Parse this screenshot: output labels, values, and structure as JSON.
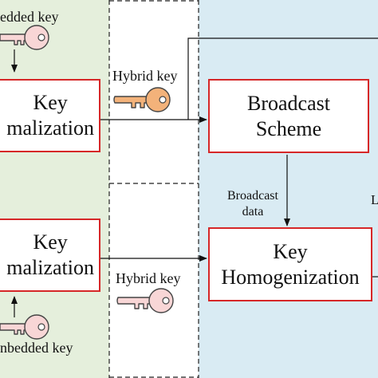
{
  "colors": {
    "left_panel_bg": "#e5efdc",
    "right_panel_bg": "#d9ebf3",
    "box_border": "#d62728",
    "key_dark": "#f3b27a",
    "key_light": "#f8d6d6"
  },
  "labels": {
    "embedded_key_top": "edded key",
    "embedded_key_bottom": "nbedded key",
    "hybrid_key_top": "Hybrid key",
    "hybrid_key_bottom": "Hybrid key",
    "broadcast_data_line1": "Broadcast",
    "broadcast_data_line2": "data",
    "edge_letter": "L"
  },
  "boxes": {
    "normalization_top": {
      "line1": "Key",
      "line2": "malization"
    },
    "normalization_bottom": {
      "line1": "Key",
      "line2": "malization"
    },
    "broadcast": {
      "line1": "Broadcast",
      "line2": "Scheme"
    },
    "homogenization": {
      "line1": "Key",
      "line2": "Homogenization"
    }
  },
  "icons": [
    "key-icon-embedded-top",
    "key-icon-embedded-bottom",
    "key-icon-hybrid-top",
    "key-icon-hybrid-bottom"
  ]
}
